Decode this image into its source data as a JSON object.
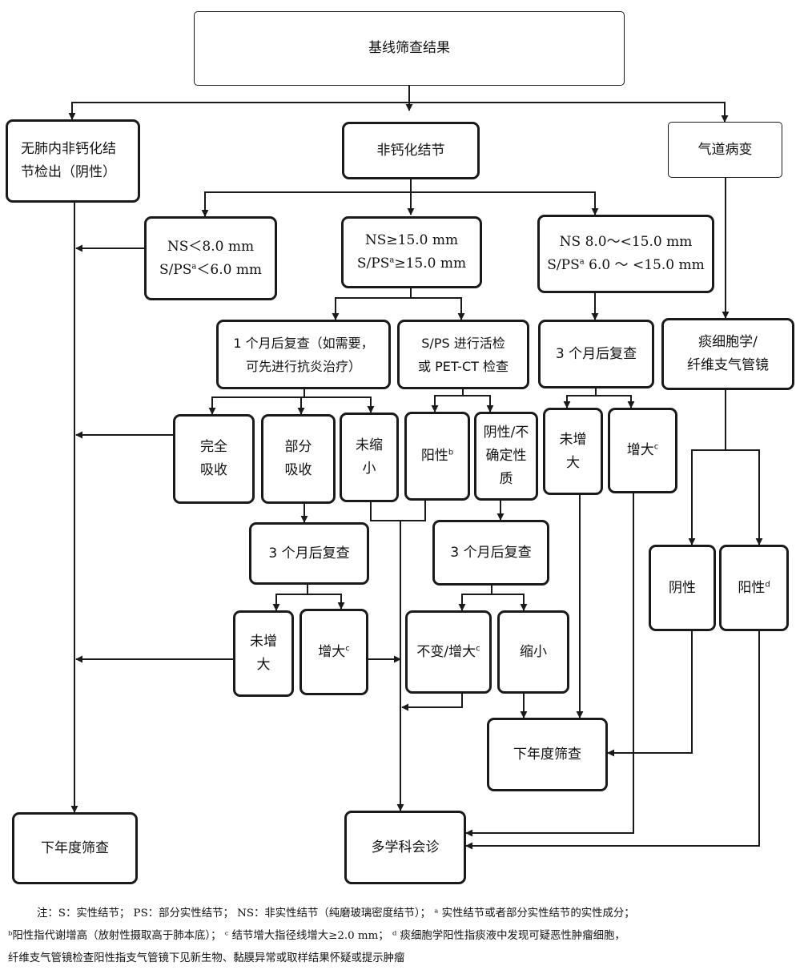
{
  "nodes": {
    "baseline": {
      "lines": [
        "基线筛查结果"
      ]
    },
    "negative": {
      "lines": [
        "无肺内非钙化结",
        "节检出（阴性）"
      ]
    },
    "noncalc": {
      "lines": [
        "非钙化结节"
      ]
    },
    "airway": {
      "lines": [
        "气道病变"
      ]
    },
    "small": {
      "line1": "NS＜8.0 mm",
      "line2_pre": "S/PS",
      "line2_sup": "a",
      "line2_post": "＜6.0 mm"
    },
    "large": {
      "line1": "NS≥15.0 mm",
      "line2_pre": "S/PS",
      "line2_sup": "a",
      "line2_post": "≥15.0 mm"
    },
    "medium": {
      "line1": "NS 8.0～<15.0 mm",
      "line2_pre": "S/PS",
      "line2_sup": "a",
      "line2_post": " 6.0 ～ <15.0 mm"
    },
    "recheck1m": {
      "lines": [
        "1 个月后复查（如需要，",
        "可先进行抗炎治疗）"
      ]
    },
    "biopsy": {
      "lines": [
        "S/PS 进行活检",
        "或 PET-CT 检查"
      ]
    },
    "recheck3m_a": {
      "lines": [
        "3 个月后复查"
      ]
    },
    "sputum": {
      "lines": [
        "痰细胞学/",
        "纤维支气管镜"
      ]
    },
    "complete": {
      "lines": [
        "完全",
        "吸收"
      ]
    },
    "partial": {
      "lines": [
        "部分",
        "吸收"
      ]
    },
    "notshrunk": {
      "lines": [
        "未缩",
        "小"
      ]
    },
    "positive": {
      "text": "阳性",
      "sup": "b"
    },
    "negindet": {
      "lines": [
        "阴性/不",
        "确定性",
        "质"
      ]
    },
    "notgrown_a": {
      "lines": [
        "未增",
        "大"
      ]
    },
    "grown_a": {
      "text": "增大",
      "sup": "c"
    },
    "recheck3m_b": {
      "lines": [
        "3 个月后复查"
      ]
    },
    "recheck3m_c": {
      "lines": [
        "3 个月后复查"
      ]
    },
    "neg_sputum": {
      "lines": [
        "阴性"
      ]
    },
    "pos_sputum": {
      "text": "阳性",
      "sup": "d"
    },
    "notgrown_b": {
      "lines": [
        "未增",
        "大"
      ]
    },
    "grown_b": {
      "text": "增大",
      "sup": "c"
    },
    "unch_grown": {
      "text": "不变/增大",
      "sup": "c"
    },
    "shrunk": {
      "lines": [
        "缩小"
      ]
    },
    "annual_mid": {
      "lines": [
        "下年度筛查"
      ]
    },
    "annual_left": {
      "lines": [
        "下年度筛查"
      ]
    },
    "mdt": {
      "lines": [
        "多学科会诊"
      ]
    }
  },
  "footnote": {
    "line1": "注：S：实性结节；  PS：部分实性结节；  NS：非实性结节（纯磨玻璃密度结节）；  ᵃ 实性结节或者部分实性结节的实性成分；",
    "line2": "ᵇ阳性指代谢增高（放射性摄取高于肺本底）；  ᶜ 结节增大指径线增大≥2.0 mm；  ᵈ 痰细胞学阳性指痰液中发现可疑恶性肿瘤细胞，",
    "line3": "纤维支气管镜检查阳性指支气管镜下见新生物、黏膜异常或取样结果怀疑或提示肿瘤"
  },
  "colors": {
    "stroke": "#1a1a1a",
    "text": "#111111",
    "background": "#ffffff"
  }
}
